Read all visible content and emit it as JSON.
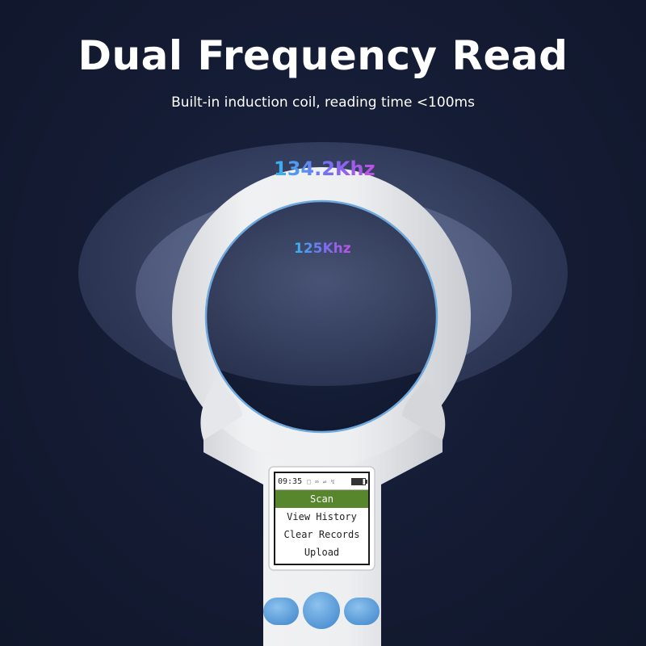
{
  "header": {
    "title": "Dual Frequency Read",
    "subtitle": "Built-in induction coil, reading time <100ms"
  },
  "frequencies": {
    "outer": "134.2Khz",
    "inner": "125Khz"
  },
  "device": {
    "status_bar": {
      "time": "09:35",
      "icons": [
        "computer-icon",
        "link-icon",
        "usb-icon",
        "charging-icon",
        "battery-icon"
      ]
    },
    "menu": {
      "selected": "Scan",
      "items": [
        "Scan",
        "View History",
        "Clear Records",
        "Upload"
      ]
    }
  },
  "colors": {
    "background": "#141b33",
    "device_body": "#ececec",
    "button_blue": "#5b9fdc",
    "selected_menu": "#58862d",
    "frequency_gradient": [
      "#36b6f0",
      "#7a6cf0",
      "#c24fe3"
    ]
  }
}
